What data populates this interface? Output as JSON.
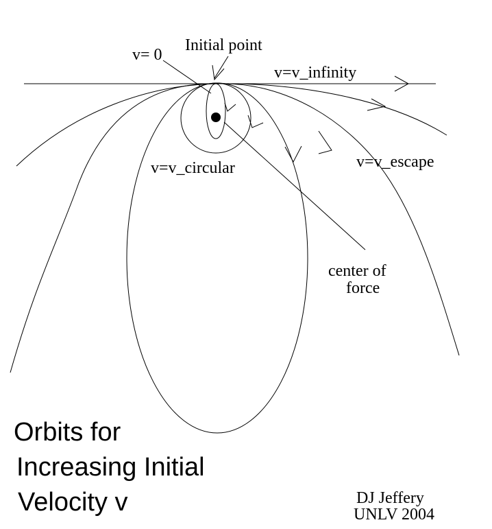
{
  "labels": {
    "initial_point": "Initial point",
    "v_zero": "v= 0",
    "v_infinity": "v=v_infinity",
    "v_circular": "v=v_circular",
    "v_escape": "v=v_escape",
    "center_line1": "center of",
    "center_line2": "force"
  },
  "title": {
    "line1": "Orbits for",
    "line2": "Increasing Initial",
    "line3": "Velocity v"
  },
  "credit": {
    "author": "DJ Jeffery",
    "affiliation": "UNLV 2004"
  },
  "colors": {
    "ink": "#000000",
    "background": "#ffffff"
  }
}
